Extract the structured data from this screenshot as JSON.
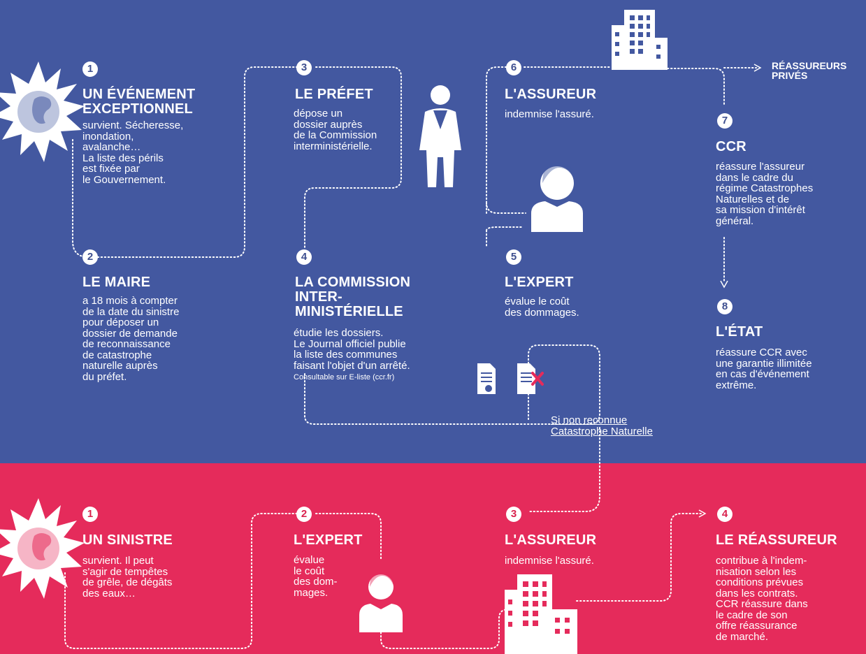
{
  "colors": {
    "top_bg": "#4358a0",
    "bottom_bg": "#e52b5b",
    "dotted_line": "#ffffff",
    "reject_mark": "#e52b5b"
  },
  "catnat": {
    "steps": [
      {
        "num": "1",
        "title": [
          "UN ÉVÉNEMENT",
          "EXCEPTIONNEL"
        ],
        "body": [
          "survient. Sécheresse,",
          "inondation,",
          "avalanche…",
          "La liste des périls",
          "est fixée par",
          "le Gouvernement."
        ]
      },
      {
        "num": "2",
        "title": [
          "LE MAIRE"
        ],
        "body": [
          "a 18 mois à compter",
          "de la date du sinistre",
          "pour déposer un",
          "dossier de demande",
          "de reconnaissance",
          "de catastrophe",
          "naturelle auprès",
          "du préfet."
        ]
      },
      {
        "num": "3",
        "title": [
          "LE PRÉFET"
        ],
        "body": [
          "dépose un",
          "dossier auprès",
          "de la Commission",
          "interministérielle."
        ]
      },
      {
        "num": "4",
        "title": [
          "LA COMMISSION",
          "INTER-",
          "MINISTÉRIELLE"
        ],
        "body": [
          "étudie les dossiers.",
          "Le Journal officiel publie",
          "la liste des communes",
          "faisant l'objet d'un arrêté."
        ],
        "note": "Consultable sur E-liste (ccr.fr)"
      },
      {
        "num": "5",
        "title": [
          "L'EXPERT"
        ],
        "body": [
          "évalue le coût",
          "des dommages."
        ]
      },
      {
        "num": "6",
        "title": [
          "L'ASSUREUR"
        ],
        "body": [
          "indemnise l'assuré."
        ]
      },
      {
        "num": "7",
        "title": [
          "CCR"
        ],
        "body": [
          "réassure l'assureur",
          "dans le cadre du",
          "régime Catastrophes",
          "Naturelles et de",
          "sa mission d'intérêt",
          "général."
        ]
      },
      {
        "num": "8",
        "title": [
          "L'ÉTAT"
        ],
        "body": [
          "réassure CCR avec",
          "une garantie illimitée",
          "en cas d'événement",
          "extrême."
        ]
      }
    ],
    "private_reinsurers": [
      "RÉASSUREURS",
      "PRIVÉS"
    ],
    "not_recognized_link": [
      "Si non reconnue",
      "Catastrophe Naturelle"
    ]
  },
  "market": {
    "steps": [
      {
        "num": "1",
        "title": [
          "UN SINISTRE"
        ],
        "body": [
          "survient. Il peut",
          "s'agir de tempêtes",
          "de grêle, de dégâts",
          "des eaux…"
        ]
      },
      {
        "num": "2",
        "title": [
          "L'EXPERT"
        ],
        "body": [
          "évalue",
          "le coût",
          "des dom-",
          "mages."
        ]
      },
      {
        "num": "3",
        "title": [
          "L'ASSUREUR"
        ],
        "body": [
          "indemnise l'assuré."
        ]
      },
      {
        "num": "4",
        "title": [
          "LE RÉASSUREUR"
        ],
        "body": [
          "contribue à l'indem-",
          "nisation selon les",
          "conditions prévues",
          "dans les contrats.",
          "CCR réassure dans",
          "le cadre de son",
          "offre réassurance",
          "de marché."
        ]
      }
    ]
  }
}
